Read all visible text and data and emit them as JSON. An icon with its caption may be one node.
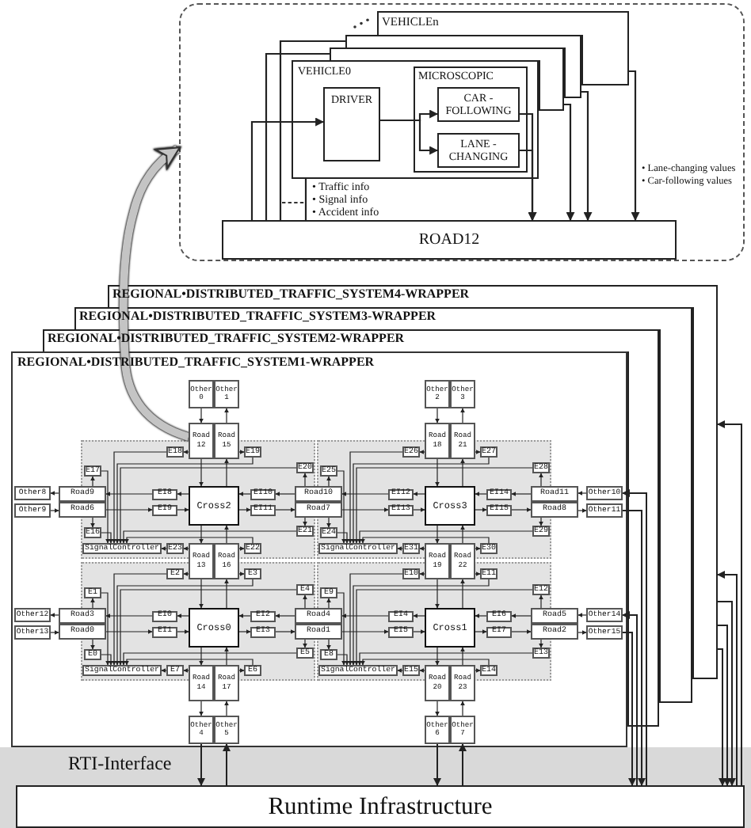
{
  "diagram": {
    "nodes": [
      {
        "text": [],
        "shape": "box"
      },
      {
        "text": [
          "VEHICLEn"
        ],
        "in": 0
      },
      {
        "text": [],
        "shape": "box",
        "in": 0
      },
      {
        "text": [],
        "shape": "box",
        "in": 0
      },
      {
        "text": [
          "VEHICLE0"
        ],
        "in": 0
      },
      {
        "text": [
          "DRIVER"
        ],
        "in": 4
      },
      {
        "text": [
          "MICROSCOPIC"
        ],
        "in": 4
      },
      {
        "text": [
          "CAR -FOLLOWING"
        ],
        "in": 6
      },
      {
        "text": [
          "LANE -CHANGING"
        ],
        "in": 6
      },
      {
        "text": [
          "ROAD12"
        ],
        "in": 0
      },
      {
        "text": [
          "REGIONAL•DISTRIBUTED_TRAFFIC_SYSTEM4-WRAPPER"
        ]
      },
      {
        "text": [
          "REGIONAL•DISTRIBUTED_TRAFFIC_SYSTEM3-WRAPPER"
        ],
        "in": 10
      },
      {
        "text": [
          "REGIONAL•DISTRIBUTED_TRAFFIC_SYSTEM2-WRAPPER"
        ],
        "in": 11
      },
      {
        "text": [
          "REGIONAL•DISTRIBUTED_TRAFFIC_SYSTEM1-WRAPPER"
        ],
        "in": 12
      },
      {
        "text": [],
        "shape": "box",
        "in": 13
      },
      {
        "text": [],
        "shape": "box",
        "in": 13
      },
      {
        "text": [],
        "shape": "box",
        "in": 13
      },
      {
        "text": [],
        "shape": "box",
        "in": 13
      },
      {
        "text": [
          "Cross2"
        ],
        "in": 14
      },
      {
        "text": [
          "E17"
        ],
        "in": 14
      },
      {
        "text": [
          "E16"
        ],
        "in": 14
      },
      {
        "text": [
          "E18"
        ],
        "in": 14
      },
      {
        "text": [
          "E19"
        ],
        "in": 14
      },
      {
        "text": [
          "E20"
        ],
        "in": 14
      },
      {
        "text": [
          "E21"
        ],
        "in": 14
      },
      {
        "text": [
          "E23"
        ],
        "in": 14
      },
      {
        "text": [
          "E22"
        ],
        "in": 14
      },
      {
        "text": [
          "EI8"
        ],
        "in": 14
      },
      {
        "text": [
          "EI9"
        ],
        "in": 14
      },
      {
        "text": [
          "EI10"
        ],
        "in": 14
      },
      {
        "text": [
          "EI11"
        ],
        "in": 14
      },
      {
        "text": [
          "SignalController"
        ],
        "in": 14
      },
      {
        "text": [
          "Cross3"
        ],
        "in": 15
      },
      {
        "text": [
          "E25"
        ],
        "in": 15
      },
      {
        "text": [
          "E24"
        ],
        "in": 15
      },
      {
        "text": [
          "E26"
        ],
        "in": 15
      },
      {
        "text": [
          "E27"
        ],
        "in": 15
      },
      {
        "text": [
          "E28"
        ],
        "in": 15
      },
      {
        "text": [
          "E29"
        ],
        "in": 15
      },
      {
        "text": [
          "E31"
        ],
        "in": 15
      },
      {
        "text": [
          "E30"
        ],
        "in": 15
      },
      {
        "text": [
          "EI12"
        ],
        "in": 15
      },
      {
        "text": [
          "EI13"
        ],
        "in": 15
      },
      {
        "text": [
          "EI14"
        ],
        "in": 15
      },
      {
        "text": [
          "EI15"
        ],
        "in": 15
      },
      {
        "text": [
          "SignalController"
        ],
        "in": 15
      },
      {
        "text": [
          "Cross0"
        ],
        "in": 16
      },
      {
        "text": [
          "E1"
        ],
        "in": 16
      },
      {
        "text": [
          "E0"
        ],
        "in": 16
      },
      {
        "text": [
          "E2"
        ],
        "in": 16
      },
      {
        "text": [
          "E3"
        ],
        "in": 16
      },
      {
        "text": [
          "E4"
        ],
        "in": 16
      },
      {
        "text": [
          "E5"
        ],
        "in": 16
      },
      {
        "text": [
          "E7"
        ],
        "in": 16
      },
      {
        "text": [
          "E6"
        ],
        "in": 16
      },
      {
        "text": [
          "EI0"
        ],
        "in": 16
      },
      {
        "text": [
          "EI1"
        ],
        "in": 16
      },
      {
        "text": [
          "EI2"
        ],
        "in": 16
      },
      {
        "text": [
          "EI3"
        ],
        "in": 16
      },
      {
        "text": [
          "SignalController"
        ],
        "in": 16
      },
      {
        "text": [
          "Cross1"
        ],
        "in": 17
      },
      {
        "text": [
          "E9"
        ],
        "in": 17
      },
      {
        "text": [
          "E8"
        ],
        "in": 17
      },
      {
        "text": [
          "E10"
        ],
        "in": 17
      },
      {
        "text": [
          "E11"
        ],
        "in": 17
      },
      {
        "text": [
          "E12"
        ],
        "in": 17
      },
      {
        "text": [
          "E13"
        ],
        "in": 17
      },
      {
        "text": [
          "E15"
        ],
        "in": 17
      },
      {
        "text": [
          "E14"
        ],
        "in": 17
      },
      {
        "text": [
          "EI4"
        ],
        "in": 17
      },
      {
        "text": [
          "EI5"
        ],
        "in": 17
      },
      {
        "text": [
          "EI6"
        ],
        "in": 17
      },
      {
        "text": [
          "EI7"
        ],
        "in": 17
      },
      {
        "text": [
          "SignalController"
        ],
        "in": 17
      },
      {
        "text": [
          "Road 12"
        ],
        "in": 13
      },
      {
        "text": [
          "Road 15"
        ],
        "in": 13
      },
      {
        "text": [
          "Road 18"
        ],
        "in": 13
      },
      {
        "text": [
          "Road 21"
        ],
        "in": 13
      },
      {
        "text": [
          "Road 13"
        ],
        "in": 13
      },
      {
        "text": [
          "Road 16"
        ],
        "in": 13
      },
      {
        "text": [
          "Road 19"
        ],
        "in": 13
      },
      {
        "text": [
          "Road 22"
        ],
        "in": 13
      },
      {
        "text": [
          "Road 14"
        ],
        "in": 13
      },
      {
        "text": [
          "Road 17"
        ],
        "in": 13
      },
      {
        "text": [
          "Road 20"
        ],
        "in": 13
      },
      {
        "text": [
          "Road 23"
        ],
        "in": 13
      },
      {
        "text": [
          "Road9"
        ],
        "in": 13
      },
      {
        "text": [
          "Road6"
        ],
        "in": 13
      },
      {
        "text": [
          "Road10"
        ],
        "in": 13
      },
      {
        "text": [
          "Road7"
        ],
        "in": 13
      },
      {
        "text": [
          "Road11"
        ],
        "in": 13
      },
      {
        "text": [
          "Road8"
        ],
        "in": 13
      },
      {
        "text": [
          "Road3"
        ],
        "in": 13
      },
      {
        "text": [
          "Road0"
        ],
        "in": 13
      },
      {
        "text": [
          "Road4"
        ],
        "in": 13
      },
      {
        "text": [
          "Road1"
        ],
        "in": 13
      },
      {
        "text": [
          "Road5"
        ],
        "in": 13
      },
      {
        "text": [
          "Road2"
        ],
        "in": 13
      },
      {
        "text": [
          "Other 0"
        ],
        "in": 13
      },
      {
        "text": [
          "Other 1"
        ],
        "in": 13
      },
      {
        "text": [
          "Other 2"
        ],
        "in": 13
      },
      {
        "text": [
          "Other 3"
        ],
        "in": 13
      },
      {
        "text": [
          "Other 4"
        ],
        "in": 13
      },
      {
        "text": [
          "Other 5"
        ],
        "in": 13
      },
      {
        "text": [
          "Other 6"
        ],
        "in": 13
      },
      {
        "text": [
          "Other 7"
        ],
        "in": 13
      },
      {
        "text": [
          "Other8"
        ],
        "in": 13
      },
      {
        "text": [
          "Other9"
        ],
        "in": 13
      },
      {
        "text": [
          "Other10"
        ],
        "in": 13
      },
      {
        "text": [
          "Other11"
        ],
        "in": 13
      },
      {
        "text": [
          "Other12"
        ],
        "in": 13
      },
      {
        "text": [
          "Other13"
        ],
        "in": 13
      },
      {
        "text": [
          "Other14"
        ],
        "in": 13
      },
      {
        "text": [
          "Other15"
        ],
        "in": 13
      },
      {
        "text": [
          "RTI-Interface"
        ]
      },
      {
        "text": [
          "Runtime Infrastructure"
        ],
        "in": 114
      }
    ],
    "edges": [
      {
        "from": 9,
        "to": 5,
        "arrow": "to"
      },
      {
        "from": 9,
        "to": 3,
        "arrow": "none"
      },
      {
        "from": 9,
        "to": 2,
        "arrow": "none"
      },
      {
        "from": 5,
        "to": 7,
        "arrow": "to"
      },
      {
        "from": 5,
        "to": 8,
        "arrow": "to"
      },
      {
        "from": 7,
        "to": 9,
        "arrow": "to"
      },
      {
        "from": 8,
        "to": 9,
        "arrow": "to"
      },
      {
        "from": 3,
        "to": 9,
        "arrow": "to"
      },
      {
        "from": 2,
        "to": 9,
        "arrow": "to"
      },
      {
        "from": 1,
        "to": 9,
        "arrow": "to"
      },
      {
        "from": 4,
        "to": 9,
        "arrow": "none"
      },
      {
        "from": 74,
        "to": 0,
        "arrow": "to",
        "style": "thick",
        "color": "#c4c4c4"
      },
      {
        "from": 74,
        "to": 18,
        "arrow": "to"
      },
      {
        "from": 18,
        "to": 75,
        "arrow": "to"
      },
      {
        "from": 79,
        "to": 18,
        "arrow": "to"
      },
      {
        "from": 18,
        "to": 78,
        "arrow": "to"
      },
      {
        "from": 18,
        "to": 27,
        "arrow": "to"
      },
      {
        "from": 27,
        "to": 86,
        "arrow": "to"
      },
      {
        "from": 87,
        "to": 28,
        "arrow": "to"
      },
      {
        "from": 28,
        "to": 18,
        "arrow": "to"
      },
      {
        "from": 88,
        "to": 29,
        "arrow": "to"
      },
      {
        "from": 29,
        "to": 18,
        "arrow": "to"
      },
      {
        "from": 18,
        "to": 30,
        "arrow": "to"
      },
      {
        "from": 30,
        "to": 89,
        "arrow": "to"
      },
      {
        "from": 86,
        "to": 19,
        "arrow": "to"
      },
      {
        "from": 87,
        "to": 20,
        "arrow": "to"
      },
      {
        "from": 74,
        "to": 21,
        "arrow": "to"
      },
      {
        "from": 75,
        "to": 22,
        "arrow": "to"
      },
      {
        "from": 88,
        "to": 23,
        "arrow": "to"
      },
      {
        "from": 89,
        "to": 24,
        "arrow": "to"
      },
      {
        "from": 78,
        "to": 25,
        "arrow": "to"
      },
      {
        "from": 79,
        "to": 26,
        "arrow": "to"
      },
      {
        "from": 19,
        "to": 31,
        "arrow": "to"
      },
      {
        "from": 20,
        "to": 31,
        "arrow": "to"
      },
      {
        "from": 21,
        "to": 31,
        "arrow": "to"
      },
      {
        "from": 22,
        "to": 31,
        "arrow": "to"
      },
      {
        "from": 23,
        "to": 31,
        "arrow": "to"
      },
      {
        "from": 24,
        "to": 31,
        "arrow": "to"
      },
      {
        "from": 26,
        "to": 31,
        "arrow": "to"
      },
      {
        "from": 25,
        "to": 31,
        "arrow": "to"
      },
      {
        "from": 76,
        "to": 32,
        "arrow": "to"
      },
      {
        "from": 32,
        "to": 77,
        "arrow": "to"
      },
      {
        "from": 81,
        "to": 32,
        "arrow": "to"
      },
      {
        "from": 32,
        "to": 80,
        "arrow": "to"
      },
      {
        "from": 32,
        "to": 41,
        "arrow": "to"
      },
      {
        "from": 41,
        "to": 88,
        "arrow": "to"
      },
      {
        "from": 89,
        "to": 42,
        "arrow": "to"
      },
      {
        "from": 42,
        "to": 32,
        "arrow": "to"
      },
      {
        "from": 90,
        "to": 43,
        "arrow": "to"
      },
      {
        "from": 43,
        "to": 32,
        "arrow": "to"
      },
      {
        "from": 32,
        "to": 44,
        "arrow": "to"
      },
      {
        "from": 44,
        "to": 91,
        "arrow": "to"
      },
      {
        "from": 88,
        "to": 33,
        "arrow": "to"
      },
      {
        "from": 89,
        "to": 34,
        "arrow": "to"
      },
      {
        "from": 76,
        "to": 35,
        "arrow": "to"
      },
      {
        "from": 77,
        "to": 36,
        "arrow": "to"
      },
      {
        "from": 90,
        "to": 37,
        "arrow": "to"
      },
      {
        "from": 91,
        "to": 38,
        "arrow": "to"
      },
      {
        "from": 80,
        "to": 39,
        "arrow": "to"
      },
      {
        "from": 81,
        "to": 40,
        "arrow": "to"
      },
      {
        "from": 33,
        "to": 45,
        "arrow": "to"
      },
      {
        "from": 34,
        "to": 45,
        "arrow": "to"
      },
      {
        "from": 35,
        "to": 45,
        "arrow": "to"
      },
      {
        "from": 36,
        "to": 45,
        "arrow": "to"
      },
      {
        "from": 37,
        "to": 45,
        "arrow": "to"
      },
      {
        "from": 38,
        "to": 45,
        "arrow": "to"
      },
      {
        "from": 40,
        "to": 45,
        "arrow": "to"
      },
      {
        "from": 39,
        "to": 45,
        "arrow": "to"
      },
      {
        "from": 78,
        "to": 46,
        "arrow": "to"
      },
      {
        "from": 46,
        "to": 79,
        "arrow": "to"
      },
      {
        "from": 83,
        "to": 46,
        "arrow": "to"
      },
      {
        "from": 46,
        "to": 82,
        "arrow": "to"
      },
      {
        "from": 46,
        "to": 55,
        "arrow": "to"
      },
      {
        "from": 55,
        "to": 92,
        "arrow": "to"
      },
      {
        "from": 93,
        "to": 56,
        "arrow": "to"
      },
      {
        "from": 56,
        "to": 46,
        "arrow": "to"
      },
      {
        "from": 94,
        "to": 57,
        "arrow": "to"
      },
      {
        "from": 57,
        "to": 46,
        "arrow": "to"
      },
      {
        "from": 46,
        "to": 58,
        "arrow": "to"
      },
      {
        "from": 58,
        "to": 95,
        "arrow": "to"
      },
      {
        "from": 92,
        "to": 47,
        "arrow": "to"
      },
      {
        "from": 93,
        "to": 48,
        "arrow": "to"
      },
      {
        "from": 78,
        "to": 49,
        "arrow": "to"
      },
      {
        "from": 79,
        "to": 50,
        "arrow": "to"
      },
      {
        "from": 94,
        "to": 51,
        "arrow": "to"
      },
      {
        "from": 95,
        "to": 52,
        "arrow": "to"
      },
      {
        "from": 82,
        "to": 53,
        "arrow": "to"
      },
      {
        "from": 83,
        "to": 54,
        "arrow": "to"
      },
      {
        "from": 47,
        "to": 59,
        "arrow": "to"
      },
      {
        "from": 48,
        "to": 59,
        "arrow": "to"
      },
      {
        "from": 49,
        "to": 59,
        "arrow": "to"
      },
      {
        "from": 50,
        "to": 59,
        "arrow": "to"
      },
      {
        "from": 51,
        "to": 59,
        "arrow": "to"
      },
      {
        "from": 52,
        "to": 59,
        "arrow": "to"
      },
      {
        "from": 54,
        "to": 59,
        "arrow": "to"
      },
      {
        "from": 53,
        "to": 59,
        "arrow": "to"
      },
      {
        "from": 80,
        "to": 60,
        "arrow": "to"
      },
      {
        "from": 60,
        "to": 81,
        "arrow": "to"
      },
      {
        "from": 85,
        "to": 60,
        "arrow": "to"
      },
      {
        "from": 60,
        "to": 84,
        "arrow": "to"
      },
      {
        "from": 60,
        "to": 69,
        "arrow": "to"
      },
      {
        "from": 69,
        "to": 94,
        "arrow": "to"
      },
      {
        "from": 95,
        "to": 70,
        "arrow": "to"
      },
      {
        "from": 70,
        "to": 60,
        "arrow": "to"
      },
      {
        "from": 96,
        "to": 71,
        "arrow": "to"
      },
      {
        "from": 71,
        "to": 60,
        "arrow": "to"
      },
      {
        "from": 60,
        "to": 72,
        "arrow": "to"
      },
      {
        "from": 72,
        "to": 97,
        "arrow": "to"
      },
      {
        "from": 94,
        "to": 61,
        "arrow": "to"
      },
      {
        "from": 95,
        "to": 62,
        "arrow": "to"
      },
      {
        "from": 80,
        "to": 63,
        "arrow": "to"
      },
      {
        "from": 81,
        "to": 64,
        "arrow": "to"
      },
      {
        "from": 96,
        "to": 65,
        "arrow": "to"
      },
      {
        "from": 97,
        "to": 66,
        "arrow": "to"
      },
      {
        "from": 84,
        "to": 67,
        "arrow": "to"
      },
      {
        "from": 85,
        "to": 68,
        "arrow": "to"
      },
      {
        "from": 61,
        "to": 73,
        "arrow": "to"
      },
      {
        "from": 62,
        "to": 73,
        "arrow": "to"
      },
      {
        "from": 63,
        "to": 73,
        "arrow": "to"
      },
      {
        "from": 64,
        "to": 73,
        "arrow": "to"
      },
      {
        "from": 65,
        "to": 73,
        "arrow": "to"
      },
      {
        "from": 66,
        "to": 73,
        "arrow": "to"
      },
      {
        "from": 68,
        "to": 73,
        "arrow": "to"
      },
      {
        "from": 67,
        "to": 73,
        "arrow": "to"
      },
      {
        "from": 98,
        "to": 74,
        "arrow": "to"
      },
      {
        "from": 75,
        "to": 99,
        "arrow": "to"
      },
      {
        "from": 100,
        "to": 76,
        "arrow": "to"
      },
      {
        "from": 77,
        "to": 101,
        "arrow": "to"
      },
      {
        "from": 82,
        "to": 102,
        "arrow": "to"
      },
      {
        "from": 103,
        "to": 83,
        "arrow": "to"
      },
      {
        "from": 84,
        "to": 104,
        "arrow": "to"
      },
      {
        "from": 105,
        "to": 85,
        "arrow": "to"
      },
      {
        "from": 86,
        "to": 106,
        "arrow": "to"
      },
      {
        "from": 107,
        "to": 87,
        "arrow": "to"
      },
      {
        "from": 108,
        "to": 90,
        "arrow": "to"
      },
      {
        "from": 91,
        "to": 109,
        "arrow": "to"
      },
      {
        "from": 92,
        "to": 110,
        "arrow": "to"
      },
      {
        "from": 111,
        "to": 93,
        "arrow": "to"
      },
      {
        "from": 112,
        "to": 96,
        "arrow": "to"
      },
      {
        "from": 97,
        "to": 113,
        "arrow": "to"
      },
      {
        "from": 102,
        "to": 115,
        "arrow": "to"
      },
      {
        "from": 115,
        "to": 103,
        "arrow": "to"
      },
      {
        "from": 104,
        "to": 115,
        "arrow": "to"
      },
      {
        "from": 115,
        "to": 105,
        "arrow": "to"
      },
      {
        "from": 115,
        "to": 108,
        "arrow": "to"
      },
      {
        "from": 109,
        "to": 115,
        "arrow": "to"
      },
      {
        "from": 115,
        "to": 112,
        "arrow": "to"
      },
      {
        "from": 113,
        "to": 115,
        "arrow": "to"
      },
      {
        "from": 10,
        "to": 115,
        "arrow": "to"
      },
      {
        "from": 10,
        "to": 115,
        "arrow": "to"
      },
      {
        "from": 10,
        "to": 115,
        "arrow": "to"
      },
      {
        "from": 115,
        "to": 10,
        "arrow": "to"
      },
      {
        "from": 115,
        "to": 10,
        "arrow": "to"
      }
    ],
    "labels": [
      "• Traffic info",
      "• Signal info",
      "• Accident info",
      "• Lane-changing values",
      "• Car-following values"
    ]
  }
}
